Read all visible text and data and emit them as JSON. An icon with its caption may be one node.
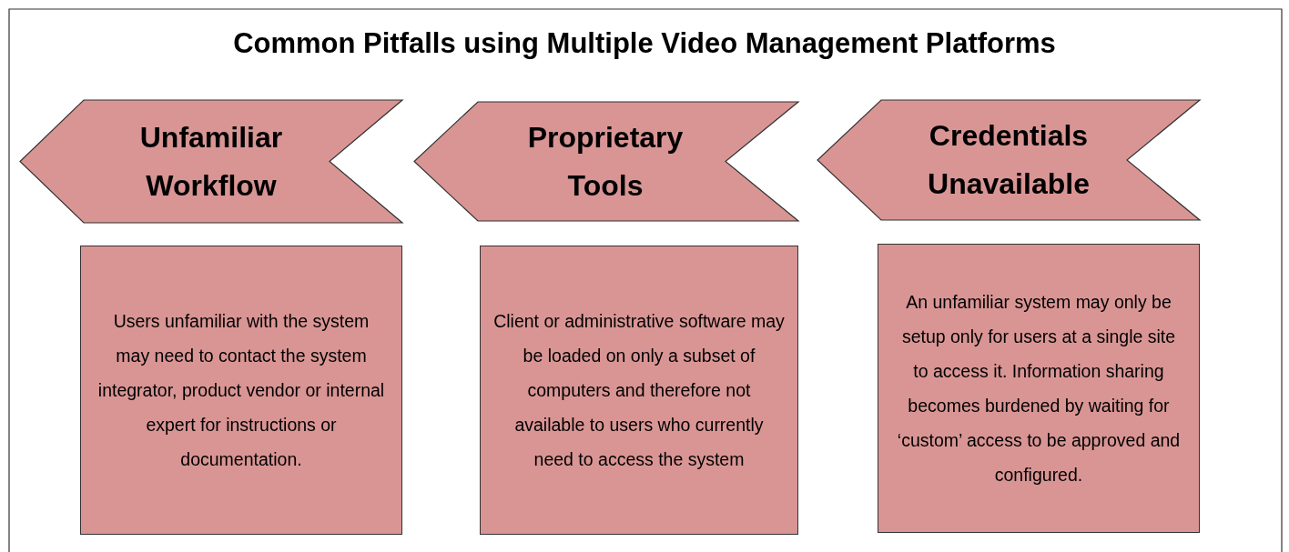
{
  "diagram": {
    "title": "Common Pitfalls using Multiple Video Management Platforms",
    "nodes": [
      {
        "text": [
          "Unfamiliar Workflow"
        ]
      },
      {
        "text": [
          "Proprietary Tools"
        ]
      },
      {
        "text": [
          "Credentials Unavailable"
        ]
      },
      {
        "text": [
          "Users unfamiliar with the system may need to contact the system integrator, product vendor or internal expert for instructions or documentation."
        ]
      },
      {
        "text": [
          "Client or administrative software may be loaded on only a subset of computers and therefore not available to users who currently need to access the system"
        ]
      },
      {
        "text": [
          "An unfamiliar system may only be setup only for users at a single site to access it. Information sharing becomes burdened by waiting for ‘custom’ access to be approved and configured."
        ]
      }
    ]
  }
}
